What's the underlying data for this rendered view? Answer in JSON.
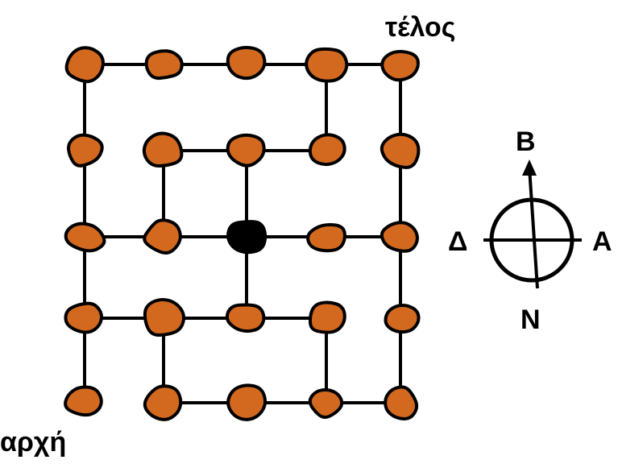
{
  "labels": {
    "start": "αρχή",
    "end": "τέλος"
  },
  "compass": {
    "north": "Β",
    "south": "Ν",
    "west": "Δ",
    "east": "Α"
  },
  "colors": {
    "stone": "#d2691e",
    "outline": "#000000",
    "special_stone": "#000000",
    "background": "#ffffff"
  },
  "grid": {
    "rows": 5,
    "cols": 5,
    "special_stone": {
      "row": 2,
      "col": 2
    },
    "horizontal_edges": [
      [
        0,
        0,
        0,
        1
      ],
      [
        0,
        1,
        0,
        2
      ],
      [
        0,
        2,
        0,
        3
      ],
      [
        0,
        3,
        0,
        4
      ],
      [
        1,
        1,
        1,
        2
      ],
      [
        1,
        2,
        1,
        3
      ],
      [
        2,
        0,
        2,
        1
      ],
      [
        2,
        1,
        2,
        2
      ],
      [
        2,
        2,
        2,
        3
      ],
      [
        2,
        3,
        2,
        4
      ],
      [
        3,
        0,
        3,
        1
      ],
      [
        3,
        1,
        3,
        2
      ],
      [
        3,
        2,
        3,
        3
      ],
      [
        4,
        1,
        4,
        2
      ],
      [
        4,
        2,
        4,
        3
      ],
      [
        4,
        3,
        4,
        4
      ]
    ],
    "vertical_edges": [
      [
        0,
        0,
        1,
        0
      ],
      [
        1,
        0,
        2,
        0
      ],
      [
        2,
        0,
        3,
        0
      ],
      [
        3,
        0,
        4,
        0
      ],
      [
        0,
        4,
        1,
        4
      ],
      [
        1,
        4,
        2,
        4
      ],
      [
        2,
        4,
        3,
        4
      ],
      [
        3,
        4,
        4,
        4
      ],
      [
        0,
        3,
        1,
        3
      ],
      [
        1,
        1,
        2,
        1
      ],
      [
        1,
        2,
        2,
        2
      ],
      [
        2,
        2,
        3,
        2
      ],
      [
        3,
        1,
        4,
        1
      ],
      [
        3,
        3,
        4,
        3
      ]
    ]
  }
}
